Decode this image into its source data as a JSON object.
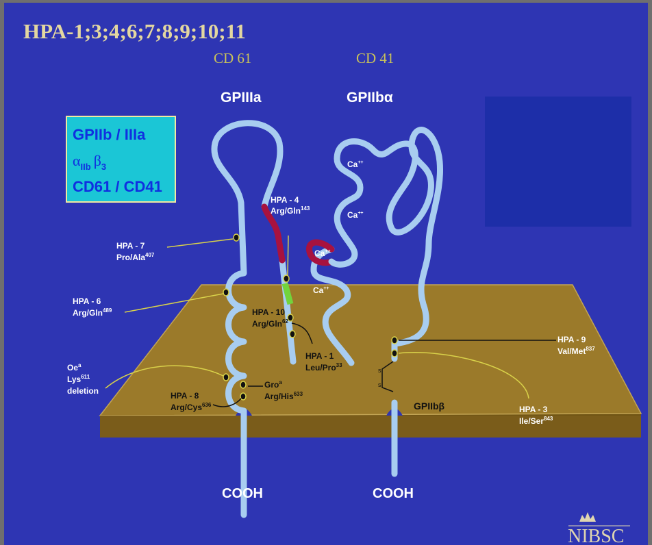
{
  "title": "HPA-1;3;4;6;7;8;9;10;11",
  "cd61": "CD 61",
  "cd41": "CD 41",
  "gpiiia": "GPIIIa",
  "gpiib_alpha": "GPIIbα",
  "gpiib_beta": "GPIIbβ",
  "infobox": {
    "line1": "GPIIb / IIIa",
    "alpha_symbol": "α",
    "alpha_sub": "IIb",
    "beta_symbol": "β",
    "beta_sub": "3",
    "line3": "CD61 / CD41"
  },
  "calcium": {
    "base": "Ca",
    "sup": "++"
  },
  "disulfide": "s",
  "cooh": "COOH",
  "logo": "NIBSC",
  "antigens": {
    "hpa4": {
      "name": "HPA - 4",
      "change": "Arg/Gln",
      "pos": "143"
    },
    "hpa7": {
      "name": "HPA - 7",
      "change": "Pro/Ala",
      "pos": "407"
    },
    "hpa6": {
      "name": "HPA - 6",
      "change": "Arg/Gln",
      "pos": "489"
    },
    "hpa10": {
      "name": "HPA - 10",
      "change": "Arg/Gln",
      "pos": "62"
    },
    "hpa1": {
      "name": "HPA - 1",
      "change": "Leu/Pro",
      "pos": "33"
    },
    "oe": {
      "name": "Oe",
      "name_sup": "a",
      "change": "Lys",
      "pos": "611",
      "extra": "deletion"
    },
    "gro": {
      "name": "Gro",
      "name_sup": "a",
      "change": "Arg/His",
      "pos": "633"
    },
    "hpa8": {
      "name": "HPA - 8",
      "change": "Arg/Cys",
      "pos": "636"
    },
    "hpa9": {
      "name": "HPA - 9",
      "change": "Val/Met",
      "pos": "837"
    },
    "hpa3": {
      "name": "HPA - 3",
      "change": "Ile/Ser",
      "pos": "843"
    }
  },
  "colors": {
    "background": "#2e35b3",
    "membrane": "#9b7a2a",
    "chain": "#a8cdf0",
    "highlight_red": "#a8123f",
    "highlight_green": "#72d43c",
    "infobox_fill": "#1bc6d6",
    "dark_panel": "#1d2ea8"
  }
}
